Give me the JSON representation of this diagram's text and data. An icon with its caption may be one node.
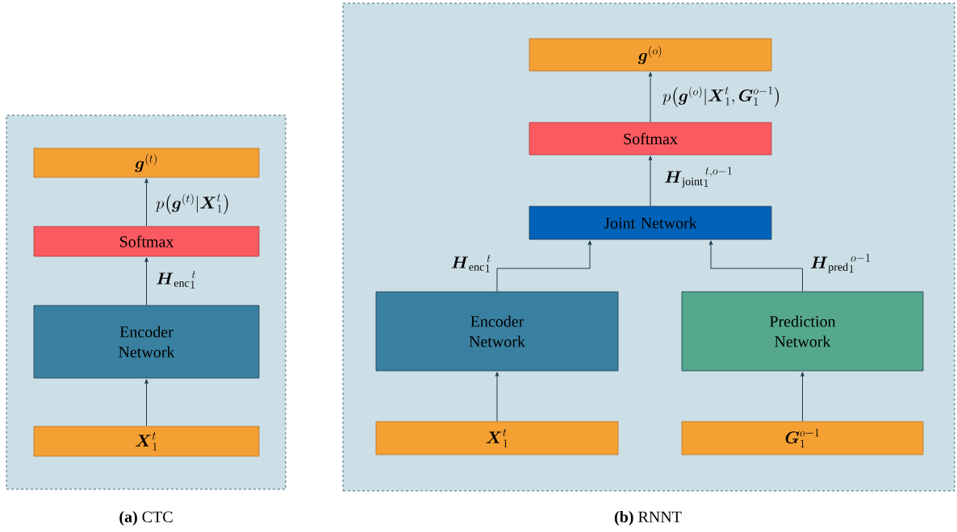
{
  "diagram": {
    "nodes": [
      {
        "text": [
          "**(a)** CTC"
        ]
      },
      {
        "text": [
          "\\boldsymbol{g}^{(t)}"
        ],
        "in": 0
      },
      {
        "text": [
          "Softmax"
        ],
        "in": 0
      },
      {
        "text": [
          "Encoder Network"
        ],
        "in": 0
      },
      {
        "text": [
          "\\boldsymbol{X}_1^t"
        ],
        "in": 0
      },
      {
        "text": [
          "**(b)** RNNT"
        ]
      },
      {
        "text": [
          "\\boldsymbol{g}^{(o)}"
        ],
        "in": 5
      },
      {
        "text": [
          "Softmax"
        ],
        "in": 5
      },
      {
        "text": [
          "Joint Network"
        ],
        "in": 5
      },
      {
        "text": [
          "Encoder Network"
        ],
        "in": 5
      },
      {
        "text": [
          "Prediction Network"
        ],
        "in": 5
      },
      {
        "text": [
          "\\boldsymbol{X}_1^t"
        ],
        "in": 5
      },
      {
        "text": [
          "\\boldsymbol{G}_1^{o-1}"
        ],
        "in": 5
      }
    ],
    "edges": [
      {
        "from": 4,
        "to": 3,
        "arrow": "to"
      },
      {
        "from": 3,
        "to": 2,
        "arrow": "to",
        "label": "\\boldsymbol{H}_{\\mathrm{enc}}{}_1^{\\,t}"
      },
      {
        "from": 2,
        "to": 1,
        "arrow": "to",
        "label": "p\\big(\\boldsymbol{g}^{(t)}|\\boldsymbol{X}_1^t\\big)"
      },
      {
        "from": 11,
        "to": 9,
        "arrow": "to"
      },
      {
        "from": 12,
        "to": 10,
        "arrow": "to"
      },
      {
        "from": 9,
        "to": 8,
        "arrow": "to",
        "label": "\\boldsymbol{H}_{\\mathrm{enc}}{}_1^{\\,t}"
      },
      {
        "from": 10,
        "to": 8,
        "arrow": "to",
        "label": "\\boldsymbol{H}_{\\mathrm{pred}}{}_1^{\\,o-1}"
      },
      {
        "from": 8,
        "to": 7,
        "arrow": "to",
        "label": "\\boldsymbol{H}_{\\mathrm{joint}}{}_1^{\\,t,o-1}"
      },
      {
        "from": 7,
        "to": 6,
        "arrow": "to",
        "label": "p\\big(\\boldsymbol{g}^{(o)}|\\boldsymbol{X}_1^t,\\boldsymbol{G}_1^{o-1}\\big)"
      }
    ]
  }
}
